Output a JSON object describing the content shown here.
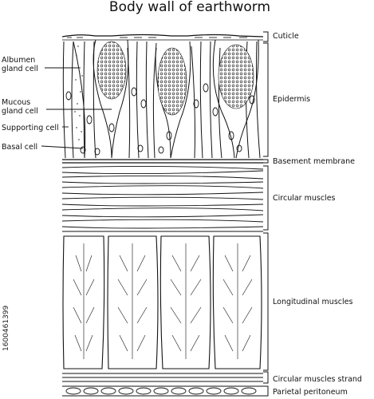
{
  "title": "Body wall of earthworm",
  "labels": {
    "cuticle": "Cuticle",
    "epidermis": "Epidermis",
    "basement_membrane": "Basement  membrane",
    "circular_muscles": "Circular muscles",
    "longitudinal_muscles": "Longitudinal muscles",
    "circular_muscles_strand": "Circular muscles strand",
    "parietal_peritoneum": "Parietal peritoneum",
    "albumen_gland_cell_line1": "Albumen",
    "albumen_gland_cell_line2": "gland cell",
    "mucous_gland_cell_line1": "Mucous",
    "mucous_gland_cell_line2": "gland cell",
    "supporting_cell": "Supporting cell",
    "basal_cell": "Basal  cell"
  },
  "watermark": "1600461399",
  "colors": {
    "ink": "#111111",
    "background": "#ffffff"
  }
}
